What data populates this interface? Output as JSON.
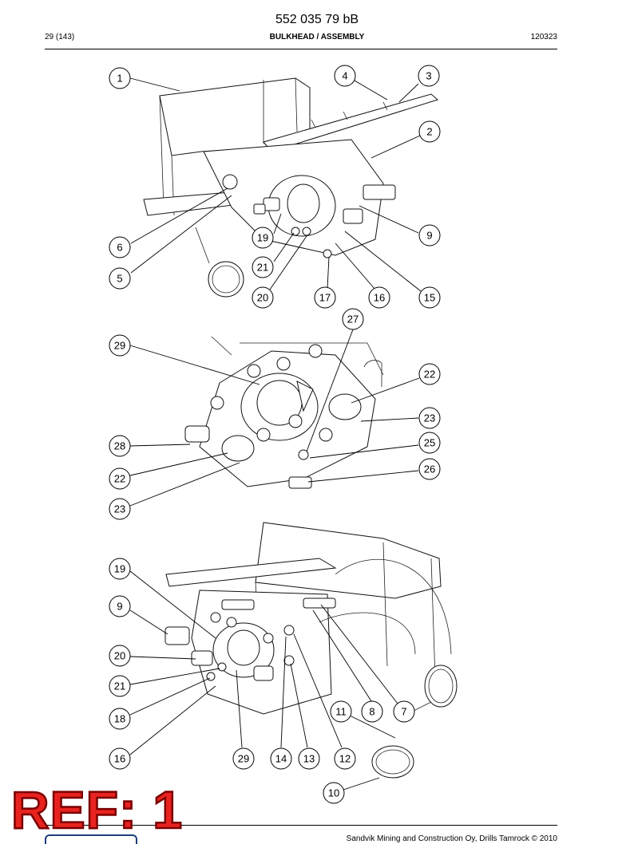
{
  "header": {
    "doc_number": "552 035 79 bB",
    "page": "29 (143)",
    "section_title": "BULKHEAD / ASSEMBLY",
    "date_code": "120323"
  },
  "footer": {
    "copyright": "Sandvik Mining and Construction Oy, Drills Tamrock © 2010"
  },
  "stamp": {
    "text": "REF: 1",
    "color": "#e8231f"
  },
  "views": [
    {
      "id": "view-top",
      "callouts": [
        "1",
        "4",
        "3",
        "2",
        "9",
        "6",
        "19",
        "21",
        "5",
        "20",
        "17",
        "16",
        "15"
      ]
    },
    {
      "id": "view-middle",
      "callouts": [
        "27",
        "29",
        "22",
        "23",
        "28",
        "25",
        "26",
        "22",
        "23"
      ]
    },
    {
      "id": "view-bottom",
      "callouts": [
        "19",
        "9",
        "20",
        "21",
        "18",
        "16",
        "29",
        "14",
        "13",
        "12",
        "11",
        "8",
        "7",
        "10"
      ]
    }
  ]
}
